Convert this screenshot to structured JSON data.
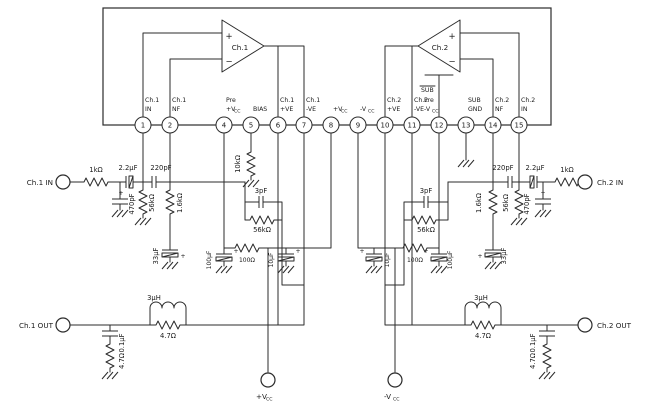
{
  "ic": {
    "amp1": "Ch.1",
    "amp2": "Ch.2",
    "plus": "+",
    "minus": "−",
    "sub": "SUB",
    "pins": [
      {
        "n": "1",
        "l1": "Ch.1",
        "l2": "IN"
      },
      {
        "n": "2",
        "l1": "Ch.1",
        "l2": "NF"
      },
      {
        "n": "4",
        "l1": "Pre",
        "l2": "+V",
        "sub": "CC"
      },
      {
        "n": "5",
        "l2": "BIAS"
      },
      {
        "n": "6",
        "l1": "Ch.1",
        "l2": "+VE"
      },
      {
        "n": "7",
        "l1": "Ch.1",
        "l2": "-VE"
      },
      {
        "n": "8",
        "l2": "+V",
        "sub": "CC"
      },
      {
        "n": "9",
        "l2": "-V",
        "sub": "CC"
      },
      {
        "n": "10",
        "l1": "Ch.2",
        "l2": "+VE"
      },
      {
        "n": "11",
        "l1": "Ch.2",
        "l2": "-VE"
      },
      {
        "n": "12",
        "l1": "Pre",
        "l2": "-V",
        "sub": "CC"
      },
      {
        "n": "13",
        "l1": "SUB",
        "l2": "GND"
      },
      {
        "n": "14",
        "l1": "Ch.2",
        "l2": "NF"
      },
      {
        "n": "15",
        "l1": "Ch.2",
        "l2": "IN"
      }
    ]
  },
  "terminals": {
    "in1": "Ch.1 IN",
    "out1": "Ch.1 OUT",
    "in2": "Ch.2 IN",
    "out2": "Ch.2 OUT",
    "vplus": "+V",
    "vminus": "-V",
    "sub": "CC"
  },
  "left": {
    "r_in": "1kΩ",
    "c_in": "2.2µF",
    "c_hf": "220pF",
    "c_shunt": "470pF",
    "r_bias_in": "56kΩ",
    "r_nf": "1.6kΩ",
    "c_nf": "33µF",
    "r_bias": "10kΩ",
    "c_fb": "3pF",
    "r_fb": "56kΩ",
    "r_rip": "100Ω",
    "c_rip": "100µF",
    "c_sup": "10µF",
    "l_out": "3µH",
    "r_out": "4.7Ω",
    "c_zob": "0.1µF",
    "r_zob": "4.7Ω",
    "plus": "+"
  },
  "right": {
    "r_in": "1kΩ",
    "c_in": "2.2µF",
    "c_hf": "220pF",
    "c_shunt": "470pF",
    "r_bias_in": "56kΩ",
    "r_nf": "1.6kΩ",
    "c_nf": "33µF",
    "c_fb": "3pF",
    "r_fb": "56kΩ",
    "r_rip": "100Ω",
    "c_rip": "100µF",
    "c_sup": "10µF",
    "l_out": "3µH",
    "r_out": "4.7Ω",
    "c_zob": "0.1µF",
    "r_zob": "4.7Ω",
    "plus": "+"
  }
}
